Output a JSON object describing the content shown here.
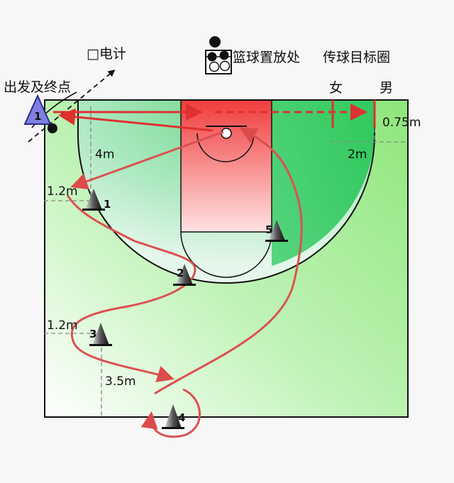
{
  "labels": {
    "start_end": "出发及终点",
    "timer": "□电计",
    "ball_place": "篮球置放处",
    "pass_target": "传球目标圈",
    "female": "女",
    "male": "男",
    "d_075": "0.75m",
    "d_2m": "2m",
    "d_4m": "4m",
    "d_12a": "1.2m",
    "d_12b": "1.2m",
    "d_35": "3.5m"
  },
  "markers": {
    "start_num": "1",
    "cone1": "1",
    "cone2": "2",
    "cone3": "3",
    "cone4": "4",
    "cone5": "5"
  },
  "colors": {
    "route": "#e03030",
    "route_curve": "#dc5050",
    "start_triangle": "#7e7fe0",
    "lane": "#f04545",
    "court_green": "#2ecc5a"
  }
}
